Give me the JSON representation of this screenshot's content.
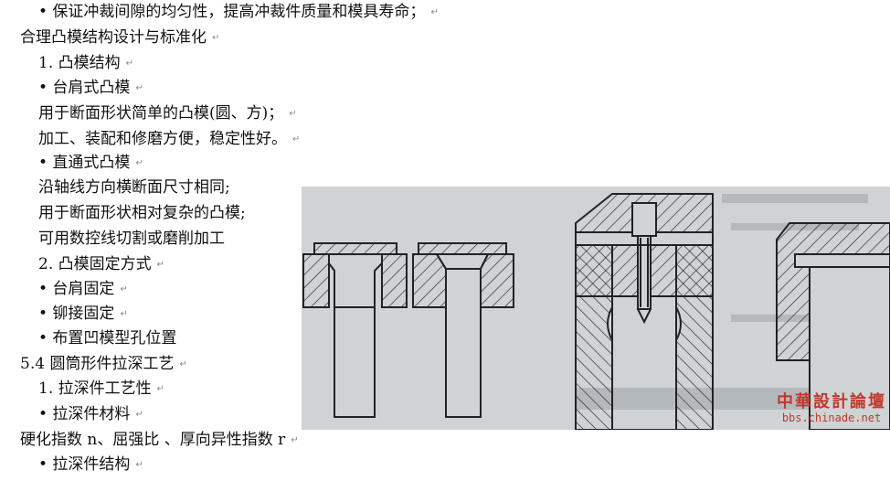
{
  "lines": [
    {
      "text": "• 保证冲裁间隙的均匀性，提高冲裁件质量和模具寿命；"
    },
    {
      "text": "合理凸模结构设计与标准化"
    },
    {
      "text": "1. 凸模结构"
    },
    {
      "text": "• 台肩式凸模"
    },
    {
      "text": "用于断面形状简单的凸模(圆、方)；"
    },
    {
      "text": "加工、装配和修磨方便，稳定性好。"
    },
    {
      "text": "• 直通式凸模"
    },
    {
      "text": "沿轴线方向横断面尺寸相同;"
    },
    {
      "text": "用于断面形状相对复杂的凸模;"
    },
    {
      "text": "可用数控线切割或磨削加工"
    },
    {
      "text": "2. 凸模固定方式"
    },
    {
      "text": "• 台肩固定"
    },
    {
      "text": "• 铆接固定"
    },
    {
      "text": "• 布置凹模型孔位置"
    },
    {
      "text": "5.4 圆筒形件拉深工艺"
    },
    {
      "text": "1. 拉深件工艺性"
    },
    {
      "text": "• 拉深件材料"
    },
    {
      "text": "硬化指数 n、屈强比     、厚向异性指数 r"
    },
    {
      "text": "• 拉深件结构"
    }
  ],
  "return_mark": "↵",
  "watermark": {
    "title": "中華設計論壇",
    "url": "bbs.chinade.net",
    "color": "#c0392b"
  },
  "figure": {
    "background": "#cfd3d6",
    "line_color": "#222222"
  }
}
